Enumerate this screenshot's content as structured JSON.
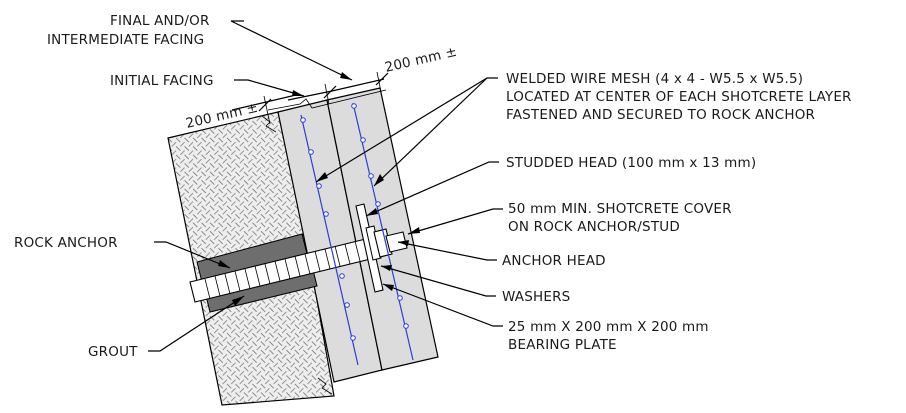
{
  "labels": {
    "final_facing_1": "FINAL AND/OR",
    "final_facing_2": "INTERMEDIATE FACING",
    "initial_facing": "INITIAL FACING",
    "dim_left": "200 mm ±",
    "dim_right": "200 mm ±",
    "mesh_1": "WELDED WIRE MESH (4 x 4 - W5.5 x W5.5)",
    "mesh_2": "LOCATED AT CENTER OF EACH SHOTCRETE LAYER",
    "mesh_3": "FASTENED AND SECURED TO ROCK ANCHOR",
    "studded_head": "STUDDED HEAD (100 mm x 13 mm)",
    "cover_1": "50 mm MIN. SHOTCRETE COVER",
    "cover_2": "ON ROCK ANCHOR/STUD",
    "rock_anchor": "ROCK ANCHOR",
    "anchor_head": "ANCHOR HEAD",
    "washers": "WASHERS",
    "bearing_1": "25 mm X 200 mm X 200 mm",
    "bearing_2": "BEARING PLATE",
    "grout": "GROUT"
  },
  "colors": {
    "rock_fill": "#eeeeee",
    "shotcrete_fill": "#dcdcdc",
    "grout_fill": "#6e6e6e",
    "mesh_wire": "#2b3fd6",
    "line": "#000000"
  }
}
